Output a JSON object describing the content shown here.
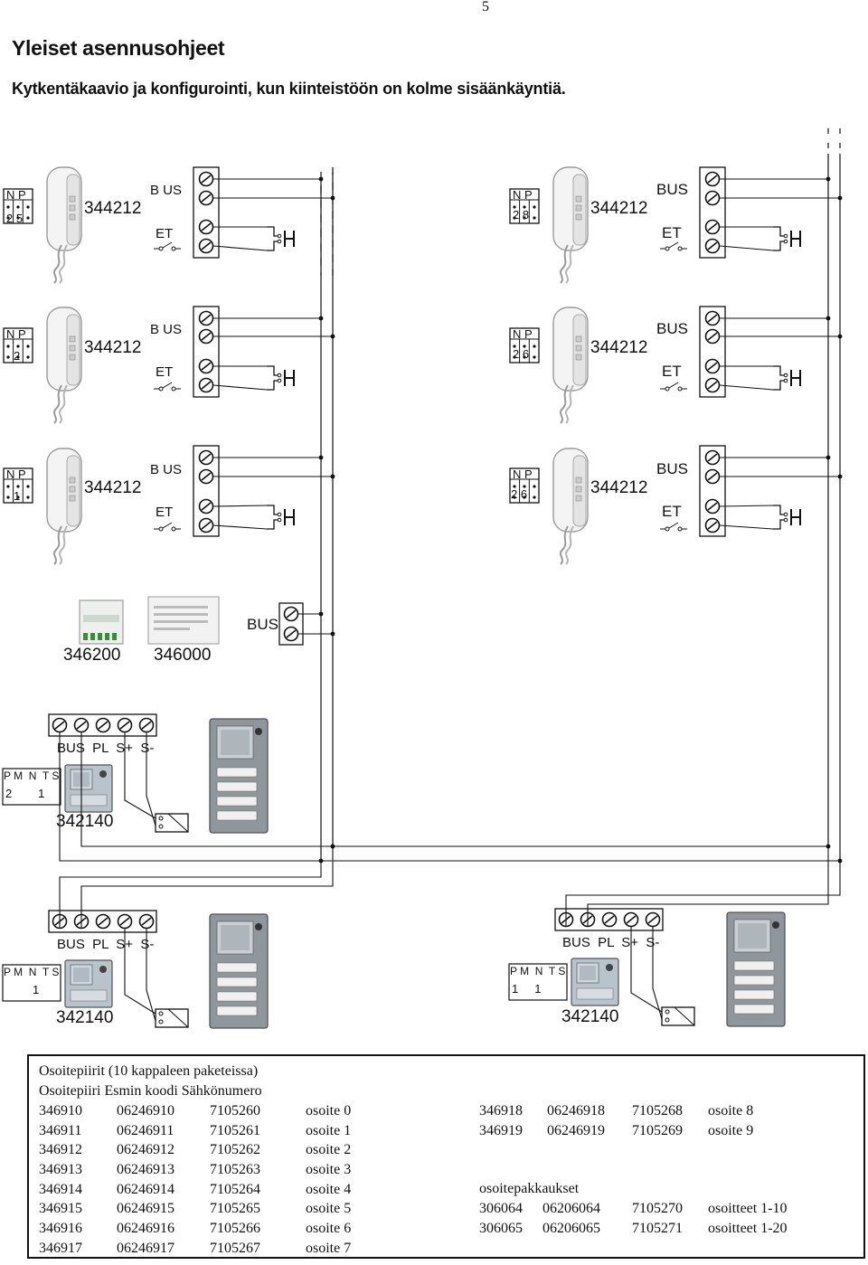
{
  "page_number": "5",
  "title": "Yleiset asennusohjeet",
  "subtitle": "Kytkentäkaavio ja konfigurointi, kun kiinteistöön on kolme sisäänkäyntiä.",
  "handsets": [
    {
      "model": "344212",
      "np_label": "N P",
      "np_values": "2 5",
      "bus_label": "B US",
      "et_label": "ET"
    },
    {
      "model": "344212",
      "np_label": "N P",
      "np_values": "2",
      "bus_label": "B US",
      "et_label": "ET"
    },
    {
      "model": "344212",
      "np_label": "N P",
      "np_values": "1",
      "bus_label": "B US",
      "et_label": "ET"
    },
    {
      "model": "344212",
      "np_label": "N P",
      "np_values": "2 8",
      "bus_label": "BUS",
      "et_label": "ET"
    },
    {
      "model": "344212",
      "np_label": "N P",
      "np_values": "2 6",
      "bus_label": "BUS",
      "et_label": "ET"
    },
    {
      "model": "344212",
      "np_label": "N P",
      "np_values": "2 6",
      "bus_label": "BUS",
      "et_label": "ET"
    }
  ],
  "power": {
    "module1": "346200",
    "module2": "346000",
    "bus_label": "BUS"
  },
  "entrance_panels": [
    {
      "model": "342140",
      "terminals": "BUS  PL  S+  S-",
      "pmnts_label": "P M  N  T S",
      "pmnts_values": "2        1"
    },
    {
      "model": "342140",
      "terminals": "BUS  PL  S+  S-",
      "pmnts_label": "P M  N  T S",
      "pmnts_values": "1"
    },
    {
      "model": "342140",
      "terminals": "BUS  PL  S+  S-",
      "pmnts_label": "P M  N  T S",
      "pmnts_values": "1     1"
    }
  ],
  "legend": {
    "heading1": "Osoitepiirit (10 kappaleen paketeissa)",
    "heading2": "Osoitepiiri Esmin koodi  Sähkönumero",
    "left_rows": [
      [
        "346910",
        "06246910",
        "7105260",
        "osoite 0"
      ],
      [
        "346911",
        "06246911",
        "7105261",
        "osoite 1"
      ],
      [
        "346912",
        "06246912",
        "7105262",
        "osoite 2"
      ],
      [
        "346913",
        "06246913",
        "7105263",
        "osoite 3"
      ],
      [
        "346914",
        "06246914",
        "7105264",
        "osoite 4"
      ],
      [
        "346915",
        "06246915",
        "7105265",
        "osoite 5"
      ],
      [
        "346916",
        "06246916",
        "7105266",
        "osoite 6"
      ],
      [
        "346917",
        "06246917",
        "7105267",
        "osoite 7"
      ]
    ],
    "right_rows": [
      [
        "346918",
        "06246918",
        "7105268",
        "osoite 8"
      ],
      [
        "346919",
        "06246919",
        "7105269",
        "osoite 9"
      ]
    ],
    "packages_title": "osoitepakkaukset",
    "package_rows": [
      [
        "306064",
        "06206064",
        "7105270",
        "osoitteet 1-10"
      ],
      [
        "306065",
        "06206065",
        "7105271",
        "osoitteet 1-20"
      ]
    ]
  }
}
